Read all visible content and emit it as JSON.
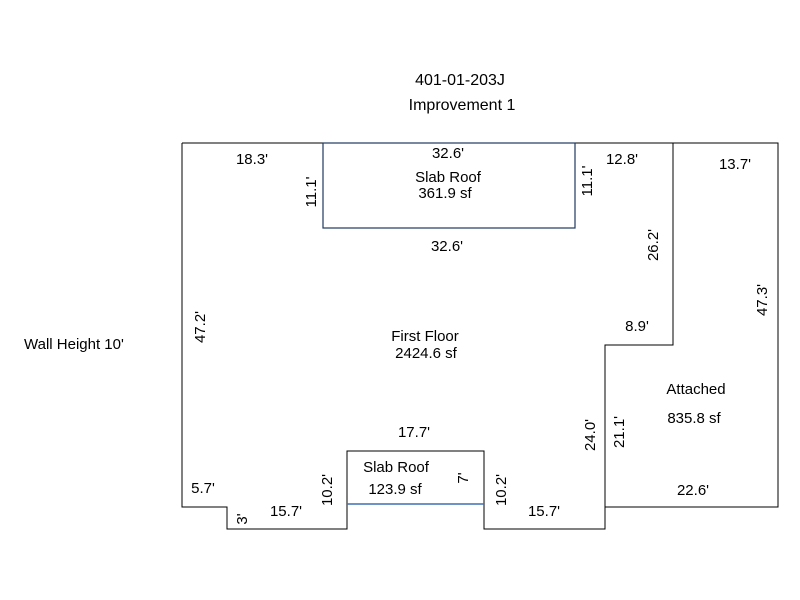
{
  "header": {
    "parcel_id": "401-01-203J",
    "improvement": "Improvement 1"
  },
  "wall_height": "Wall Height 10'",
  "areas": {
    "slab_roof_top": {
      "name": "Slab Roof",
      "area": "361.9 sf"
    },
    "first_floor": {
      "name": "First Floor",
      "area": "2424.6 sf"
    },
    "attached": {
      "name": "Attached",
      "area": "835.8 sf"
    },
    "slab_roof_bottom": {
      "name": "Slab Roof",
      "area": "123.9 sf"
    }
  },
  "dimensions": {
    "top_left_width": "18.3'",
    "slab_top_top": "32.6'",
    "slab_top_left_side": "11.1'",
    "slab_top_right_side": "11.1'",
    "slab_top_bottom": "32.6'",
    "top_right_width": "12.8'",
    "right_upper_side": "26.2'",
    "step_width": "8.9'",
    "left_side": "47.2'",
    "left_bottom": "5.7'",
    "left_notch": "3'",
    "bottom_left_run": "15.7'",
    "bottom_left_side": "10.2'",
    "slab_bottom_top": "17.7'",
    "slab_bottom_side": "7'",
    "bottom_right_side": "10.2'",
    "bottom_right_run": "15.7'",
    "inner_right_side": "24.0'",
    "attached_top": "13.7'",
    "attached_right": "47.3'",
    "attached_inner": "21.1'",
    "attached_bottom": "22.6'"
  },
  "colors": {
    "outline": "#000000",
    "slab_outline": "#1f3a5f",
    "slab_bottom_line": "#3b6fb6"
  }
}
